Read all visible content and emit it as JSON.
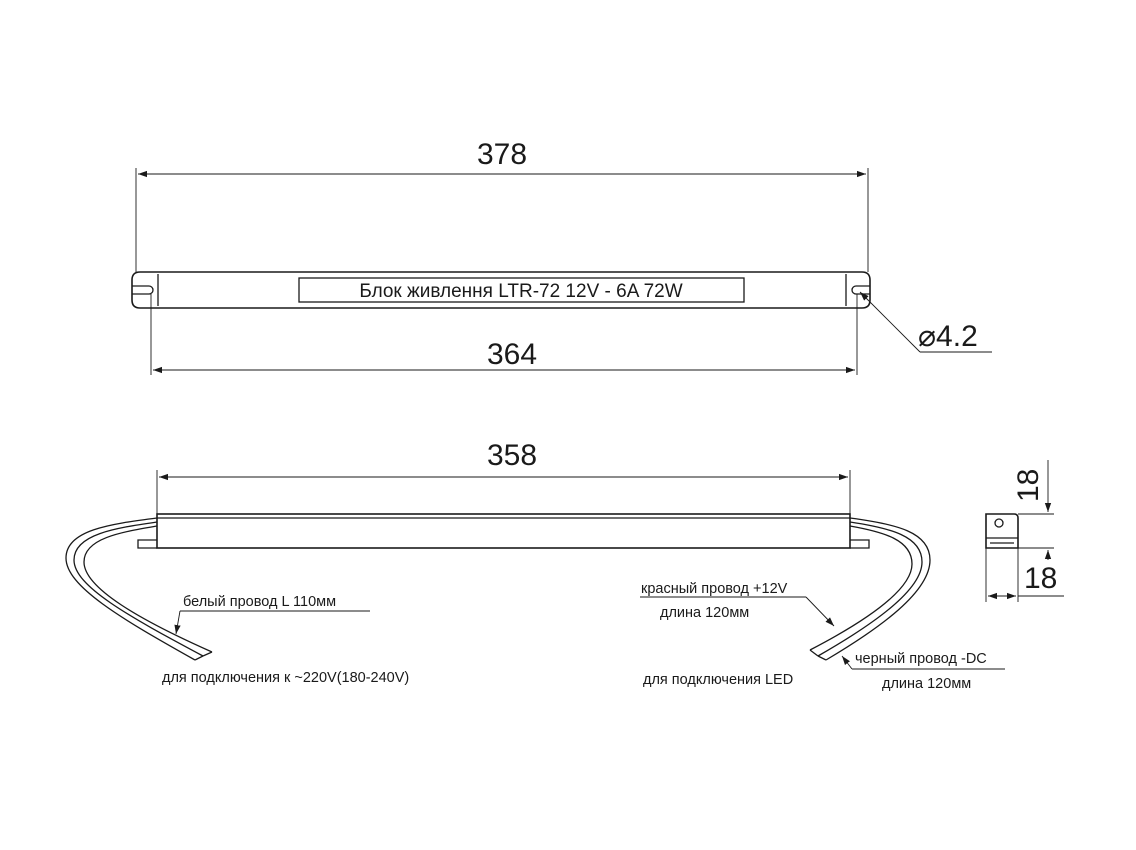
{
  "top_view": {
    "label": "Блок живлення LTR-72  12V - 6A 72W",
    "overall_length": "378",
    "hole_spacing": "364",
    "hole_diameter": "⌀4.2"
  },
  "side_view": {
    "length": "358",
    "white_wire_note": "белый провод L 110мм",
    "ac_connection_note": "для подключения к ~220V(180-240V)",
    "red_wire_note": "красный провод  +12V",
    "red_wire_length": "длина 120мм",
    "led_connection_note": "для подключения LED",
    "black_wire_note": "черный провод  -DC",
    "black_wire_length": "длина 120мм"
  },
  "end_view": {
    "height": "18",
    "width": "18"
  }
}
